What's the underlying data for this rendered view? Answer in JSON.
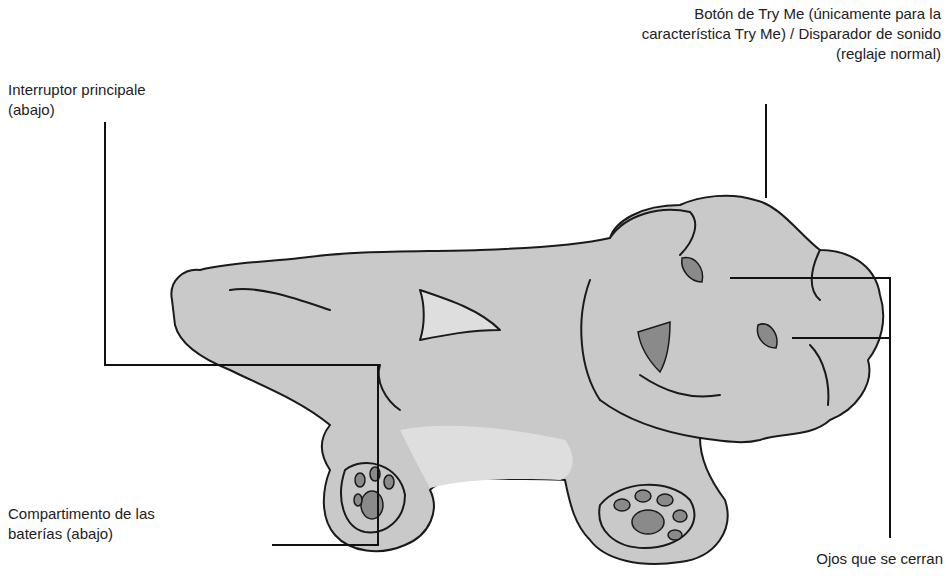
{
  "diagram": {
    "labels": [
      "Botón de Try Me (únicamente para la característica Try Me) / Disparador de sonido (reglaje normal)",
      "Interruptor principale (abajo)",
      "Compartimento de las baterías (abajo)",
      "Ojos que se cerran"
    ]
  }
}
